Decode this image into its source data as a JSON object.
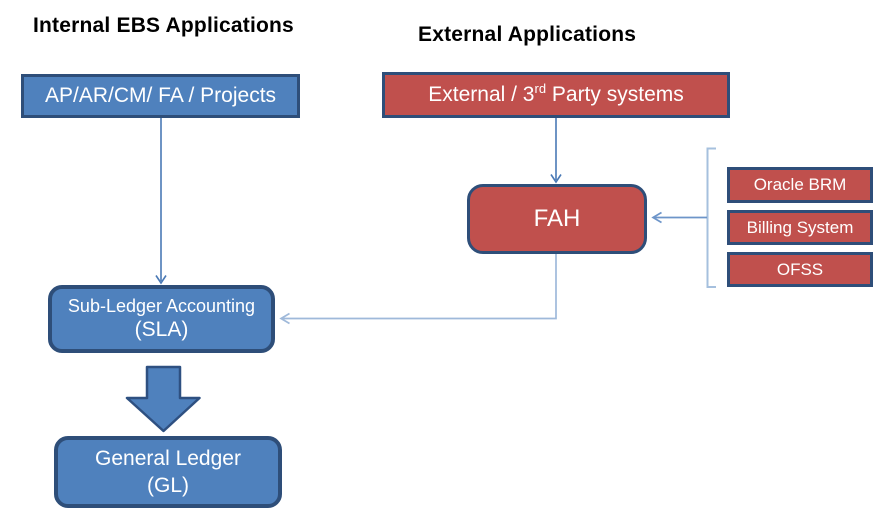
{
  "palette": {
    "blue_fill": "#4f81bd",
    "red_fill": "#c0504d",
    "dark_border": "#2e4e79",
    "connector_medium": "#4a79b5",
    "connector_light": "#9fb9da",
    "bracket_light": "#a6c0de",
    "text_on_fill": "#ffffff",
    "heading_text": "#000000"
  },
  "headings": {
    "internal": "Internal EBS Applications",
    "external": "External Applications"
  },
  "nodes": {
    "ebs_apps": {
      "label": "AP/AR/CM/ FA / Projects"
    },
    "external_systems": {
      "label_prefix": "External / 3",
      "label_sup": "rd",
      "label_suffix": " Party systems"
    },
    "fah": {
      "label": "FAH"
    },
    "oracle_brm": {
      "label": "Oracle BRM"
    },
    "billing_system": {
      "label": "Billing System"
    },
    "ofss": {
      "label": "OFSS"
    },
    "sla": {
      "line1": "Sub-Ledger Accounting",
      "line2": "(SLA)"
    },
    "gl": {
      "line1": "General Ledger",
      "line2": "(GL)"
    }
  }
}
